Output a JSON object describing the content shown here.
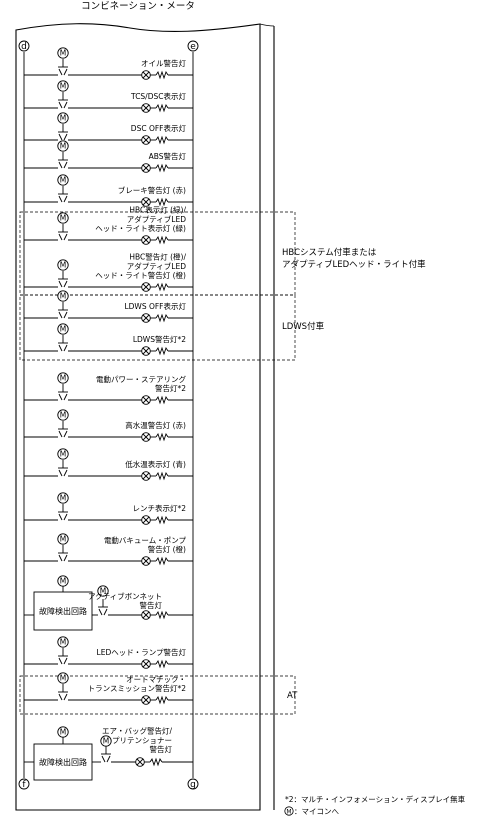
{
  "title": "コンビネーション・メータ",
  "terminals": [
    "d",
    "e",
    "f",
    "g"
  ],
  "mcu_symbol": "M",
  "rows": [
    {
      "label": [
        "オイル警告灯"
      ]
    },
    {
      "label": [
        "TCS/DSC表示灯"
      ]
    },
    {
      "label": [
        "DSC OFF表示灯"
      ]
    },
    {
      "label": [
        "ABS警告灯"
      ]
    },
    {
      "label": [
        "ブレーキ警告灯 (赤)"
      ]
    },
    {
      "label": [
        "HBC表示灯 (緑)/",
        "アダプティブLED",
        "ヘッド・ライト表示灯 (緑)"
      ]
    },
    {
      "label": [
        "HBC警告灯 (橙)/",
        "アダプティブLED",
        "ヘッド・ライト警告灯 (橙)"
      ]
    },
    {
      "label": [
        "LDWS OFF表示灯"
      ]
    },
    {
      "label": [
        "LDWS警告灯*2"
      ]
    },
    {
      "label": [
        "電動パワー・ステアリング",
        "警告灯*2"
      ]
    },
    {
      "label": [
        "高水温警告灯 (赤)"
      ]
    },
    {
      "label": [
        "低水温表示灯 (青)"
      ]
    },
    {
      "label": [
        "レンチ表示灯*2"
      ]
    },
    {
      "label": [
        "電動バキューム・ポンプ",
        "警告灯 (橙)"
      ]
    },
    {
      "label": [
        "アクティブボンネット",
        "警告灯"
      ],
      "box": "故障検出回路"
    },
    {
      "label": [
        "LEDヘッド・ランプ警告灯"
      ]
    },
    {
      "label": [
        "オートマチック・",
        "トランスミッション警告灯*2"
      ]
    },
    {
      "label": [
        "エア・バッグ警告灯/",
        "プリテンショナー",
        "警告灯"
      ],
      "box": "故障検出回路"
    }
  ],
  "groups": [
    {
      "label": [
        "HBCシステム付車または",
        "アダプティブLEDヘッド・ライト付車"
      ]
    },
    {
      "label": [
        "LDWS付車"
      ]
    },
    {
      "label": [
        "AT"
      ]
    }
  ],
  "footnotes": [
    {
      "mark": "*2",
      "text": "：マルチ・インフォメーション・ディスプレイ無車"
    },
    {
      "mark": "M",
      "text": "：マイコンへ"
    }
  ]
}
